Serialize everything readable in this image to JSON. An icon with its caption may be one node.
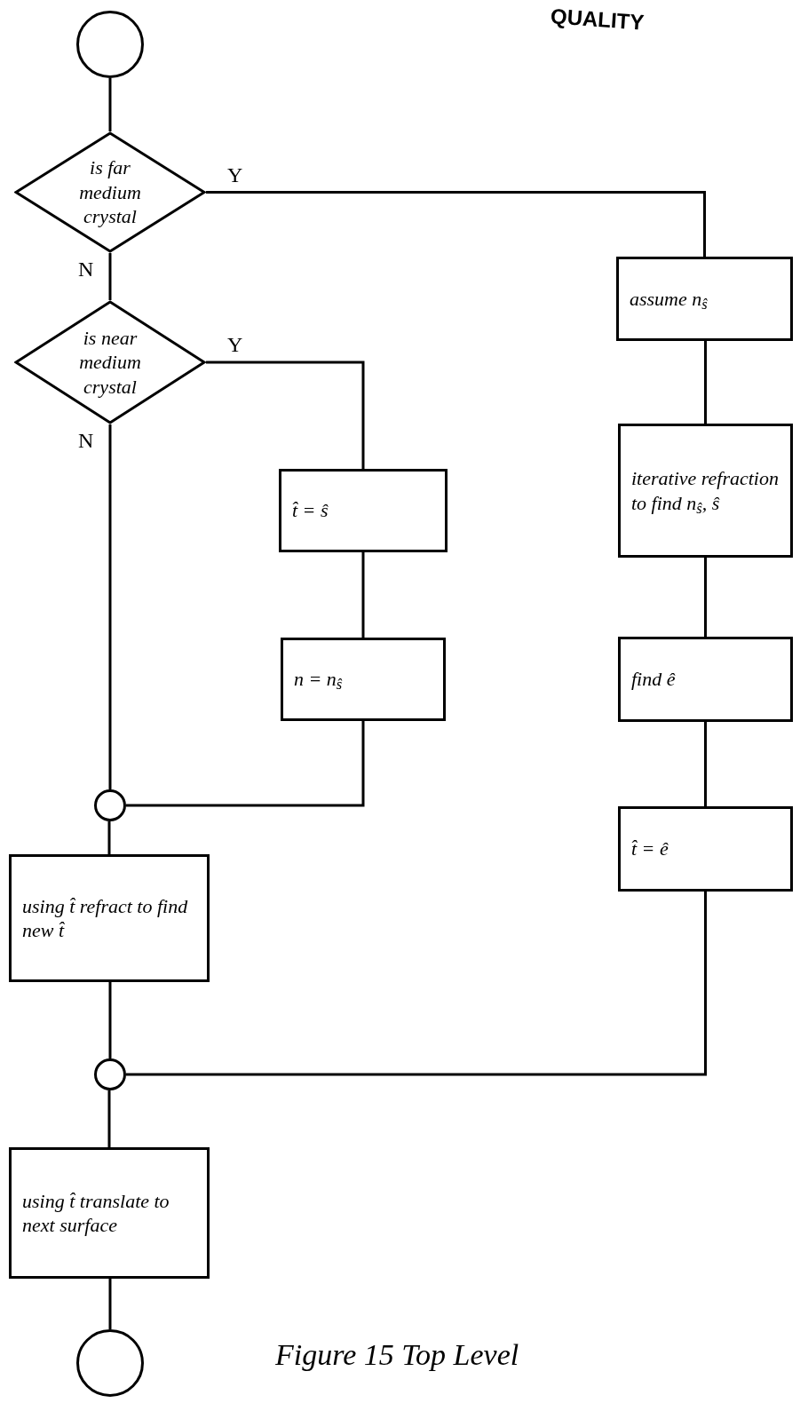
{
  "diagram": {
    "caption": "Figure 15 Top Level",
    "nodes": [
      {
        "text": [],
        "shape": "circle"
      },
      {
        "text": [
          "is far medium crystal"
        ]
      },
      {
        "text": [
          "is near medium crystal"
        ]
      },
      {
        "text": [
          "t̂ = ŝ"
        ]
      },
      {
        "text": [
          "n = n$_{ŝ}$"
        ]
      },
      {
        "text": [],
        "shape": "circle"
      },
      {
        "text": [
          "using t̂ refract to find new t̂"
        ]
      },
      {
        "text": [],
        "shape": "circle"
      },
      {
        "text": [
          "using t̂ translate to next surface"
        ]
      },
      {
        "text": [],
        "shape": "circle"
      },
      {
        "text": [
          "assume n$_{ŝ}$"
        ]
      },
      {
        "text": [
          "iterative refraction to find n$_{ŝ}$, ŝ"
        ]
      },
      {
        "text": [
          "find ê"
        ]
      },
      {
        "text": [
          "t̂ = ê"
        ]
      }
    ],
    "edges": [
      {
        "from": 0,
        "to": 1,
        "arrow": "none"
      },
      {
        "from": 1,
        "to": 10,
        "arrow": "none",
        "label": "Y"
      },
      {
        "from": 1,
        "to": 2,
        "arrow": "none",
        "label": "N"
      },
      {
        "from": 2,
        "to": 3,
        "arrow": "none",
        "label": "Y"
      },
      {
        "from": 2,
        "to": 5,
        "arrow": "none",
        "label": "N"
      },
      {
        "from": 3,
        "to": 4,
        "arrow": "none"
      },
      {
        "from": 4,
        "to": 5,
        "arrow": "none"
      },
      {
        "from": 5,
        "to": 6,
        "arrow": "none"
      },
      {
        "from": 6,
        "to": 7,
        "arrow": "none"
      },
      {
        "from": 10,
        "to": 11,
        "arrow": "none"
      },
      {
        "from": 11,
        "to": 12,
        "arrow": "none"
      },
      {
        "from": 12,
        "to": 13,
        "arrow": "none"
      },
      {
        "from": 13,
        "to": 7,
        "arrow": "none"
      },
      {
        "from": 7,
        "to": 8,
        "arrow": "none"
      },
      {
        "from": 8,
        "to": 9,
        "arrow": "none"
      }
    ],
    "labels": [
      "QUALITY"
    ]
  }
}
